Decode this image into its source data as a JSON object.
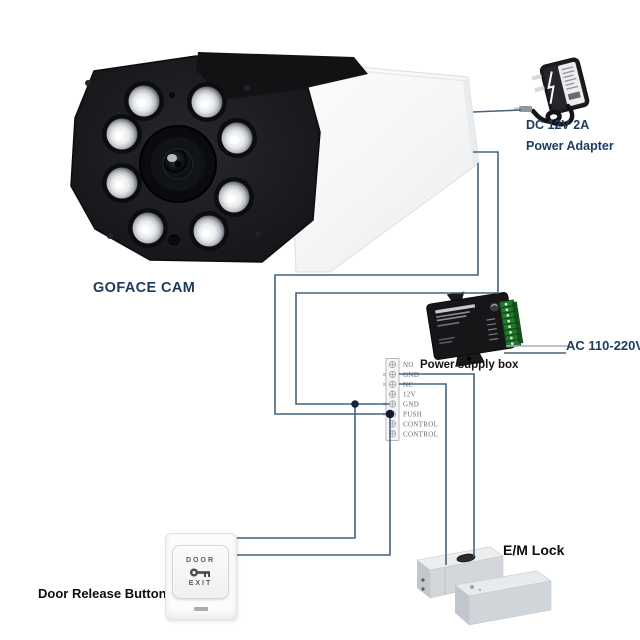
{
  "camera": {
    "label": "GOFACE CAM"
  },
  "power_adapter": {
    "line1": "DC 12V 2A",
    "line2": "Power Adapter"
  },
  "power_supply": {
    "label": "Power supply box",
    "ac_label": "AC 110-220V"
  },
  "terminals": [
    "NO",
    "GND",
    "NC",
    "12V",
    "GND",
    "PUSH",
    "CONTROL",
    "CONTROL"
  ],
  "door_button": {
    "label": "Door Release Button",
    "face_line1": "DOOR",
    "face_line2": "EXIT"
  },
  "em_lock": {
    "label": "E/M Lock"
  },
  "colors": {
    "wire": "#44637f",
    "wire_light": "#9fb0bf",
    "junction_dot": "#16243e",
    "navy_label": "#1d3a5f",
    "black_label": "#0d0d0f",
    "terminal_green": "#1f7a2d"
  }
}
